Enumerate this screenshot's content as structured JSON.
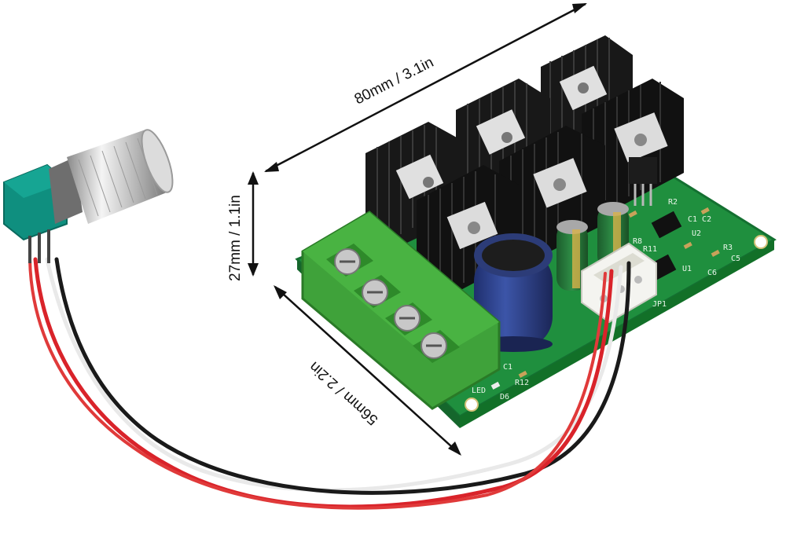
{
  "dimensions": {
    "length": "80mm / 3.1in",
    "height": "27mm / 1.1in",
    "width": "56mm / 2.2in"
  },
  "board": {
    "silkscreen": [
      "C1",
      "R12",
      "D6",
      "LED",
      "R8",
      "R11",
      "C5",
      "C6",
      "R2",
      "R3",
      "JP1",
      "C1 C2",
      "U1",
      "U2"
    ]
  },
  "colors": {
    "pcb": "#1f8f3e",
    "heatsink": "#141414",
    "terminal_block": "#3fa23a",
    "capacitor": "#2b3f8c",
    "potentiometer_body": "#0f8f7f",
    "knob": "#c9c9c9",
    "wire_red": "#d9232a",
    "wire_black": "#1a1a1a",
    "wire_white": "#eeeeee"
  }
}
